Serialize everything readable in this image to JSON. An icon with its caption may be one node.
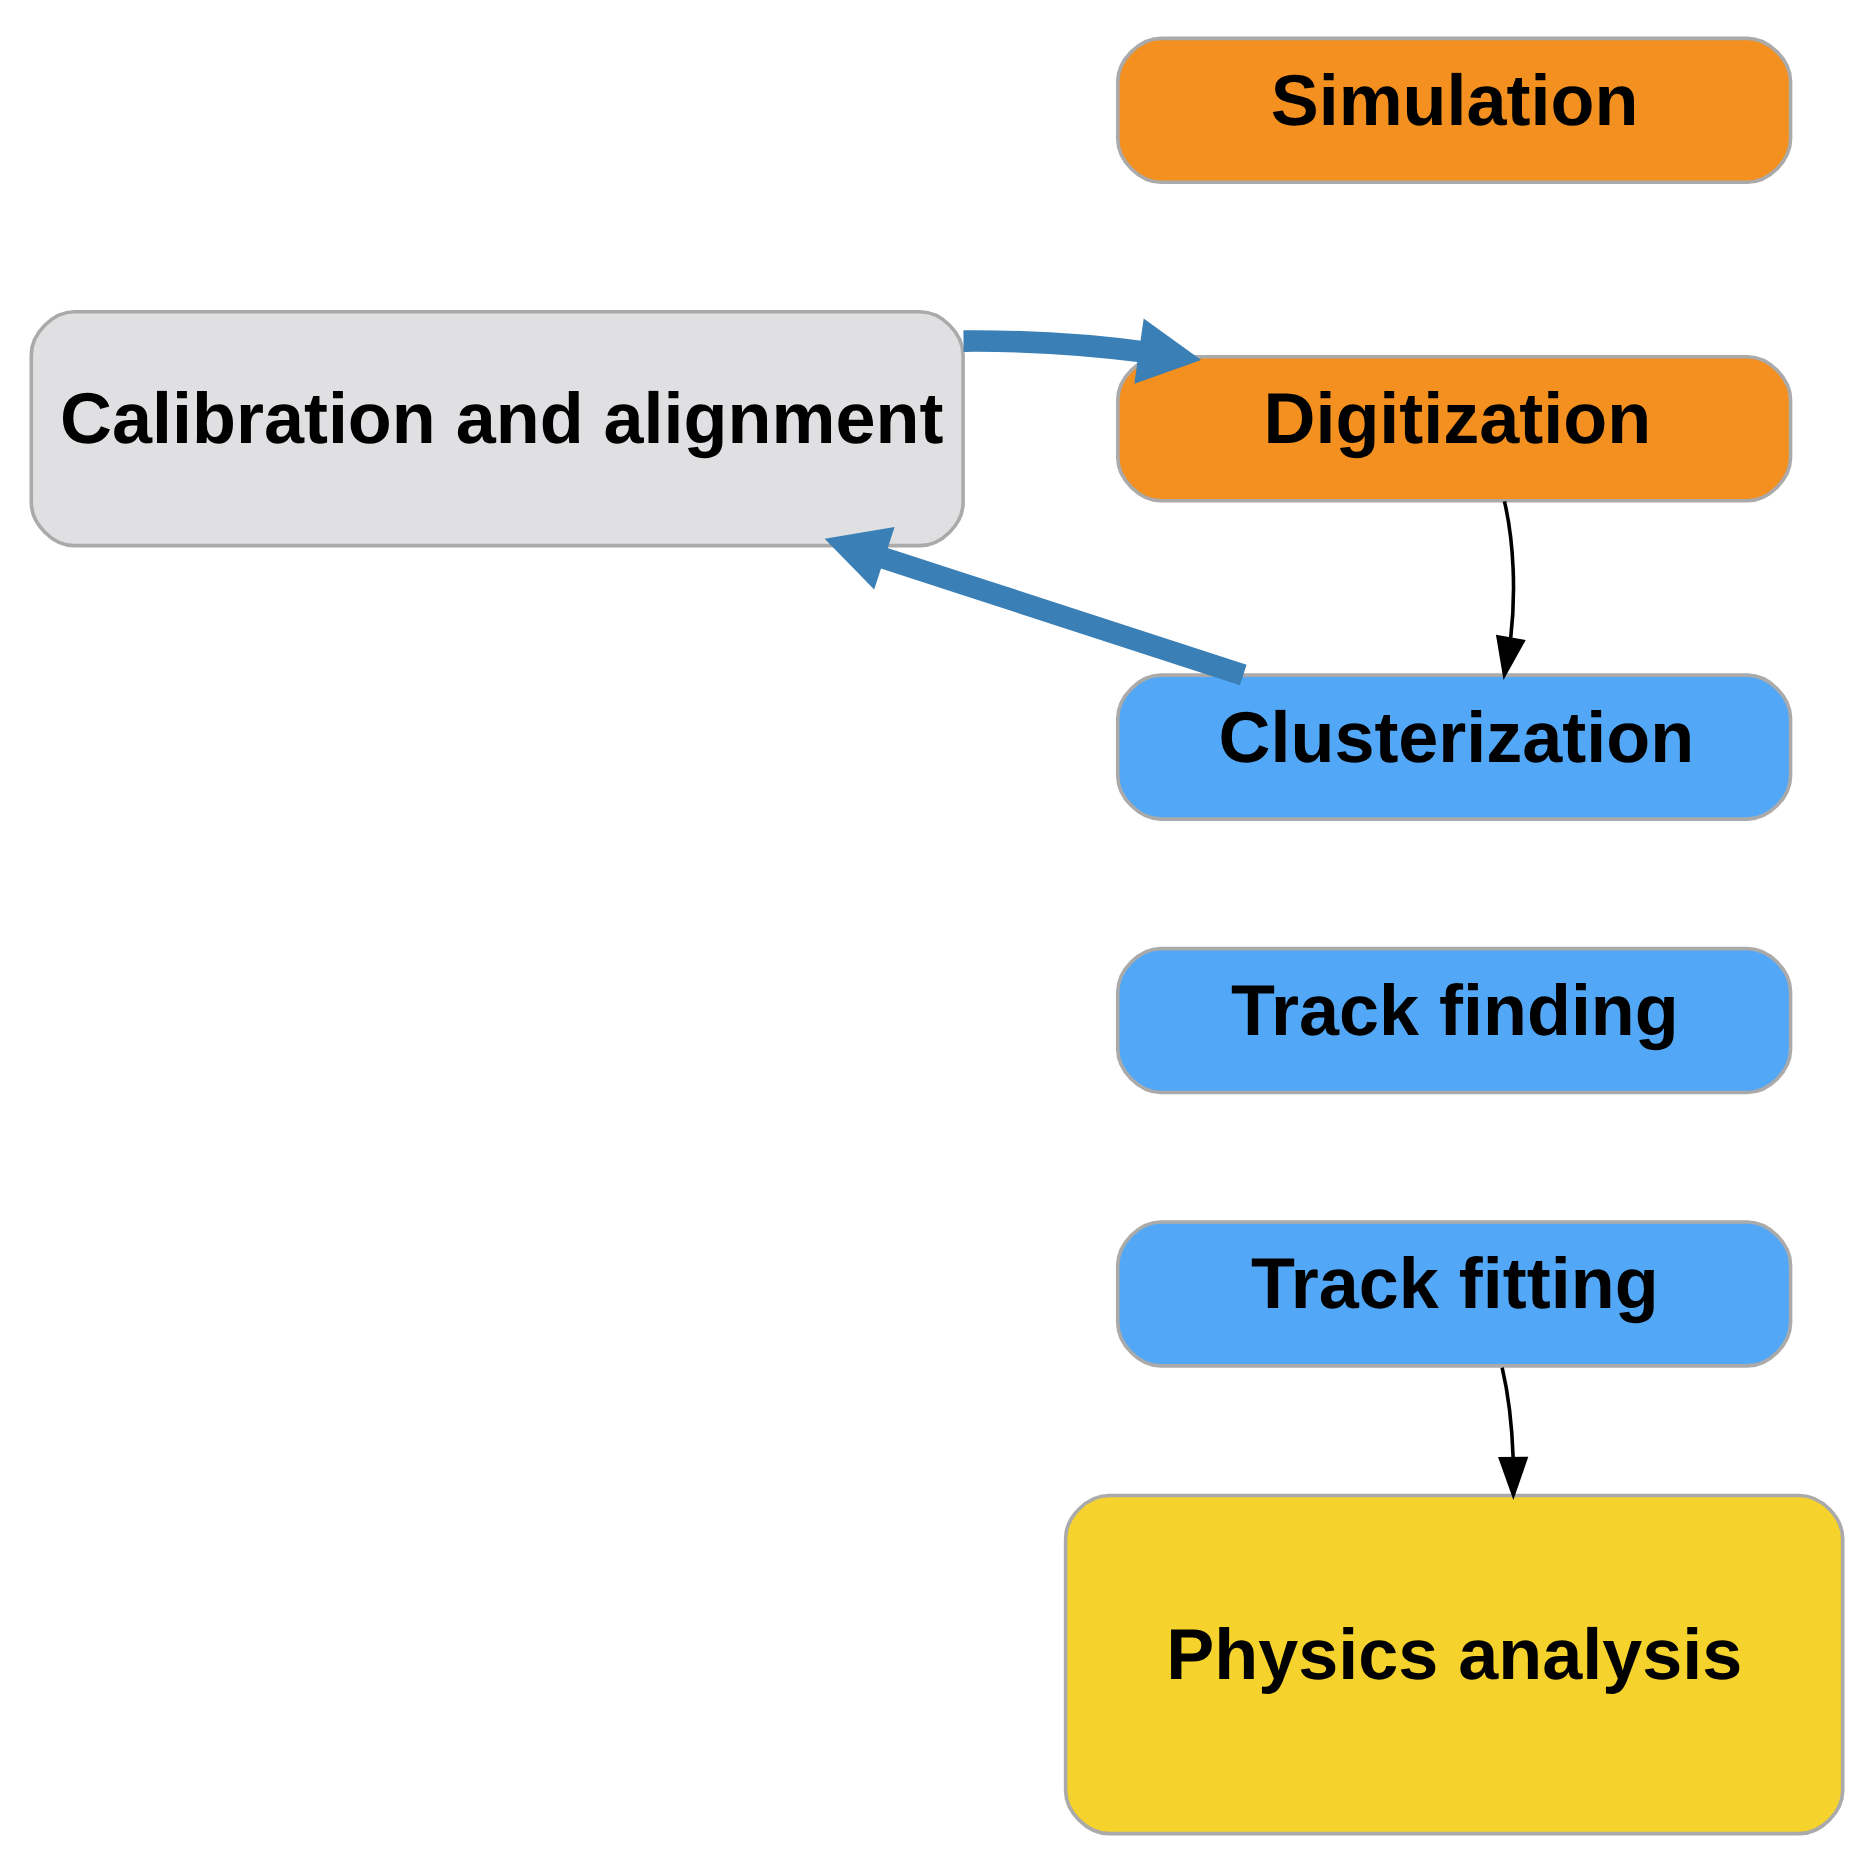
{
  "diagram": {
    "nodes": [
      {
        "text": [
          "Simulation"
        ]
      },
      {
        "text": [
          "Digitization"
        ]
      },
      {
        "text": [
          "Calibration and alignment"
        ]
      },
      {
        "text": [
          "Clusterization"
        ]
      },
      {
        "text": [
          "Track finding"
        ]
      },
      {
        "text": [
          "Track fitting"
        ]
      },
      {
        "text": [
          "Physics analysis"
        ]
      }
    ],
    "edges": [
      {
        "from": 2,
        "to": 1,
        "arrow": "to",
        "style": "thick",
        "color": "#3a7fb5"
      },
      {
        "from": 1,
        "to": 3,
        "arrow": "to",
        "color": "#000000"
      },
      {
        "from": 3,
        "to": 2,
        "arrow": "to",
        "style": "thick",
        "color": "#3a7fb5"
      },
      {
        "from": 5,
        "to": 6,
        "arrow": "to",
        "color": "#000000"
      }
    ]
  }
}
